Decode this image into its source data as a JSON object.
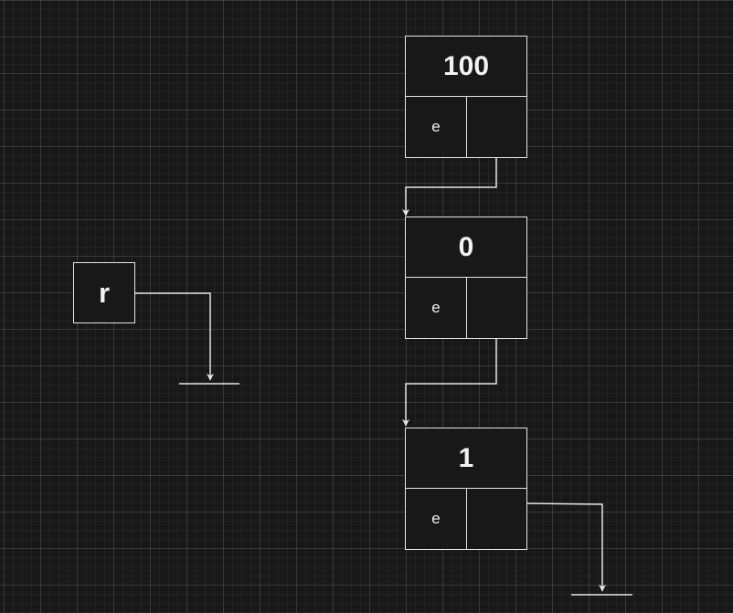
{
  "variable": {
    "label": "r"
  },
  "nodes": [
    {
      "value": "100",
      "field_label": "e"
    },
    {
      "value": "0",
      "field_label": "e"
    },
    {
      "value": "1",
      "field_label": "e"
    }
  ],
  "colors": {
    "background": "#181818",
    "stroke": "#e6e6e6",
    "text": "#f2f2f2"
  }
}
